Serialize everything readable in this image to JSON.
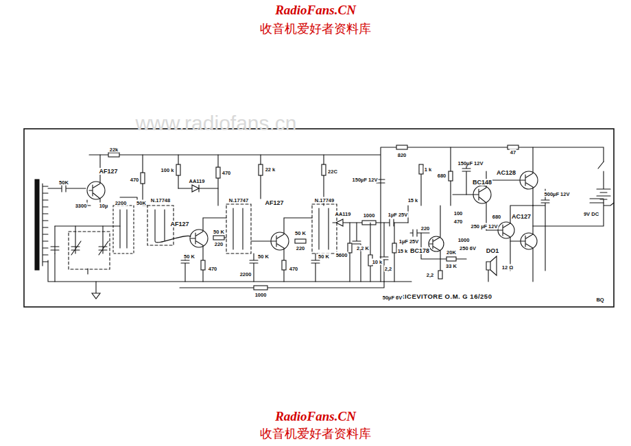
{
  "diagram": {
    "title": "RICEVITORE O.M. G 16/250",
    "labels": [
      "RadioFans.CN",
      "收音机爱好者资料库",
      "www.radiofans.cn",
      "22k",
      "AF127",
      "470",
      "100 k",
      "AA119",
      "470",
      "22 k",
      "22C",
      "820",
      "150µF 12V",
      "47",
      "1 k",
      "680",
      "150µF 12V",
      "BC148",
      "AC128",
      "50K",
      "3300",
      "10µ",
      "2200",
      "50K",
      "N.17748",
      "N.17747",
      "N.17749",
      "AF127",
      "AF127",
      "50 K",
      "50 K",
      "AA119",
      "1000",
      "1µF 25V",
      "15 k",
      "500µF 12V",
      "1µF 25V",
      "220",
      "BC178",
      "100",
      "470",
      "1000",
      "250 µF 12V",
      "680",
      "AC127",
      "20K",
      "250 6V",
      "33 K",
      "DO1",
      "12 Ω",
      "2,2",
      "50 K",
      "220",
      "470",
      "50 K",
      "220",
      "470",
      "50 K",
      "2200",
      "5600",
      "2,2 K",
      "10 k",
      "15 k",
      "2,2",
      "1000",
      "50µF 6V",
      "9V DC",
      "BQ",
      "RadioFans.CN",
      "收音机爱好者资料库"
    ]
  }
}
